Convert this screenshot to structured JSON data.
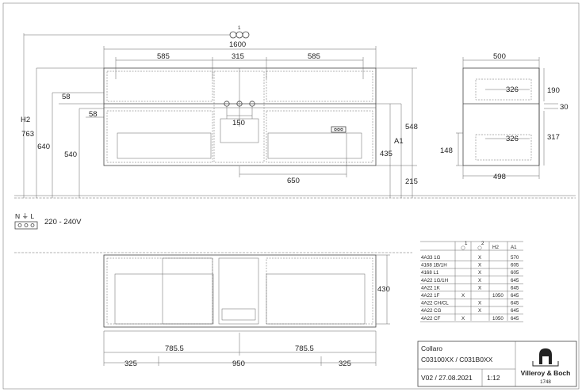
{
  "dimensions": {
    "top_marker": "1",
    "total_width": "1600",
    "section_left": "585",
    "section_center": "315",
    "section_right": "585",
    "offset_58_top": "58",
    "offset_58_mid": "58",
    "center_150": "150",
    "drawer_650": "650",
    "label_h2": "H2",
    "label_a1": "A1",
    "height_763": "763",
    "height_640": "640",
    "height_540": "540",
    "height_435": "435",
    "height_548": "548",
    "height_215": "215",
    "side_depth": "500",
    "side_326_top": "326",
    "side_326_bottom": "326",
    "side_190": "190",
    "side_30": "30",
    "side_317": "317",
    "side_148": "148",
    "side_498": "498",
    "front_height_430": "430",
    "bottom_785_left": "785.5",
    "bottom_785_right": "785.5",
    "bottom_325_left": "325",
    "bottom_950": "950",
    "bottom_325_right": "325"
  },
  "power": {
    "symbol_text": "N ⏚ L",
    "voltage": "220 - 240V"
  },
  "table": {
    "headers": [
      "",
      "1",
      "2",
      "H2",
      "A1"
    ],
    "rows": [
      [
        "4A33 1G",
        "",
        "X",
        "",
        "570"
      ],
      [
        "4168 1B/1H",
        "",
        "X",
        "",
        "605"
      ],
      [
        "4168 L1",
        "",
        "X",
        "",
        "605"
      ],
      [
        "4A22 1G/1H",
        "",
        "X",
        "",
        "645"
      ],
      [
        "4A22 1K",
        "",
        "X",
        "",
        "645"
      ],
      [
        "4A22 1F",
        "X",
        "",
        "1050",
        "645"
      ],
      [
        "4A22 CH/CL",
        "",
        "X",
        "",
        "645"
      ],
      [
        "4A22 CG",
        "",
        "X",
        "",
        "645"
      ],
      [
        "4A22 CF",
        "X",
        "",
        "1050",
        "645"
      ]
    ]
  },
  "title_block": {
    "product": "Collaro",
    "article": "C03100XX / C031B0XX",
    "version": "V02 / 27.08.2021",
    "scale": "1:12",
    "brand": "Villeroy & Boch",
    "year": "1748"
  }
}
